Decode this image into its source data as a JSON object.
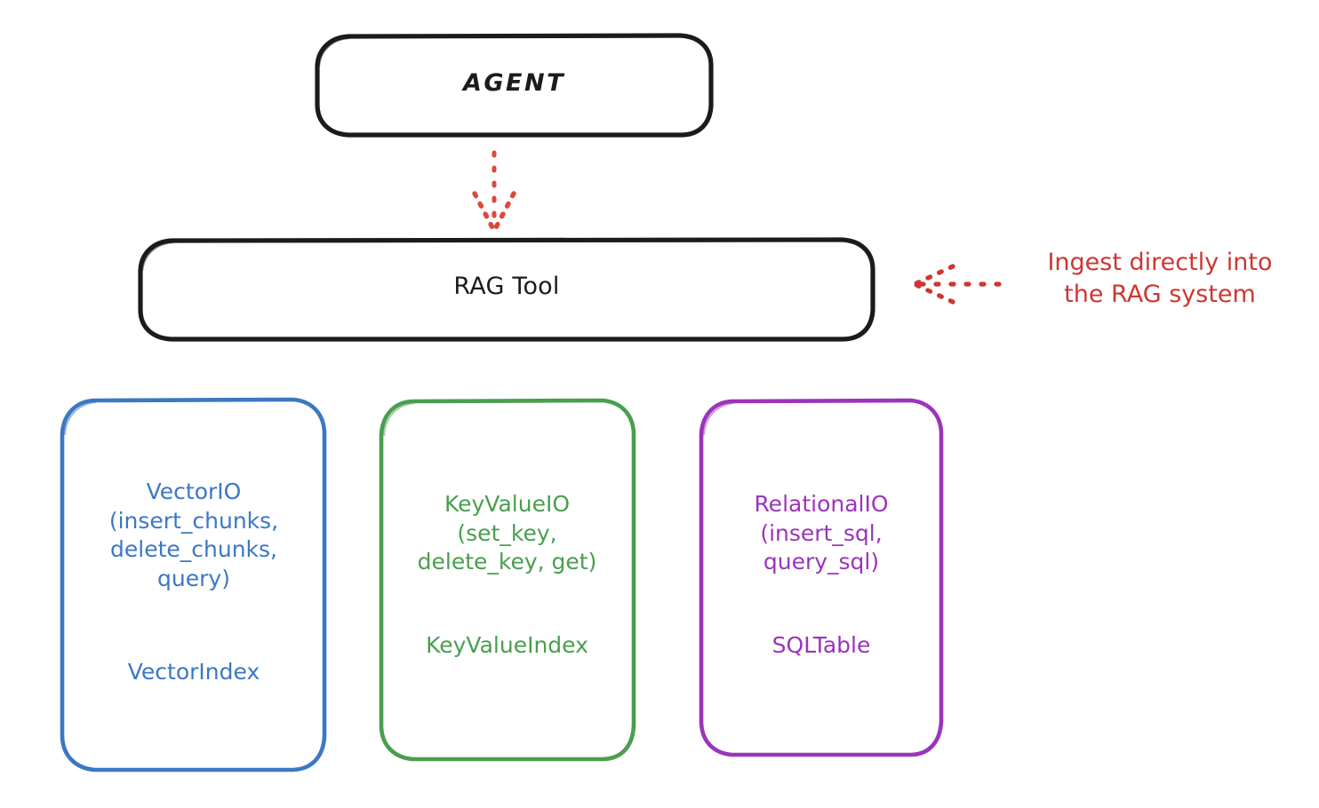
{
  "diagram": {
    "title_node": "AGENT",
    "tool_node": "RAG Tool",
    "annotation": "Ingest directly into\nthe RAG system",
    "colors": {
      "node_stroke": "#1b1b1b",
      "vector": "#3b78c4",
      "keyvalue": "#4a9e4f",
      "relational": "#9b34bb",
      "annotation": "#cc3733",
      "background": "#ffffff"
    },
    "stores": [
      {
        "id": "vector",
        "api": "VectorIO\n(insert_chunks,\ndelete_chunks,\nquery)",
        "index": "VectorIndex",
        "color": "#3b78c4"
      },
      {
        "id": "keyvalue",
        "api": "KeyValueIO\n(set_key,\ndelete_key, get)",
        "index": "KeyValueIndex",
        "color": "#4a9e4f"
      },
      {
        "id": "relational",
        "api": "RelationalIO\n(insert_sql,\nquery_sql)",
        "index": "SQLTable",
        "color": "#9b34bb"
      }
    ],
    "connectors": [
      {
        "id": "agent-to-ragtool",
        "style": "dotted-arrow",
        "direction": "down",
        "color": "#cc3733"
      },
      {
        "id": "annotation-to-ragtool",
        "style": "dotted-arrow",
        "direction": "left",
        "color": "#cc3733"
      }
    ]
  }
}
